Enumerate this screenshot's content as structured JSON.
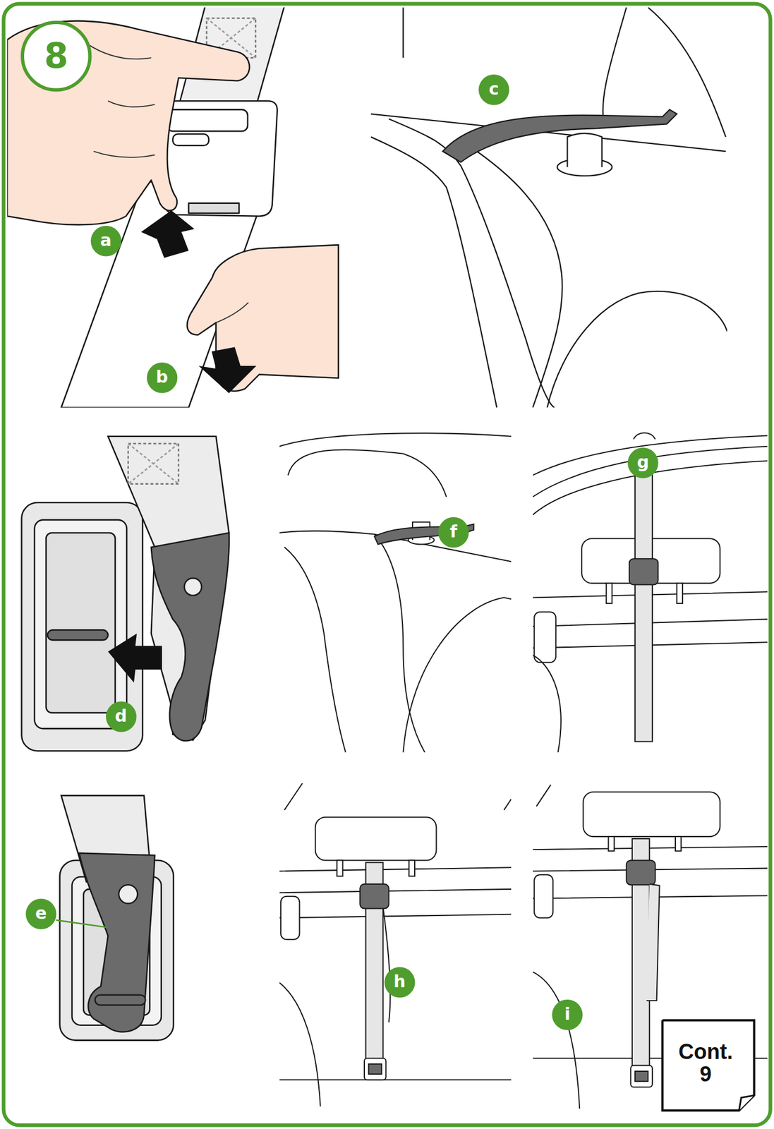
{
  "diagram": {
    "nodes": [
      {
        "text": [
          "8"
        ]
      },
      {
        "text": [
          "a"
        ]
      },
      {
        "text": [
          "b"
        ]
      },
      {
        "text": [
          "c"
        ]
      },
      {
        "text": [
          "d"
        ]
      },
      {
        "text": [
          "e"
        ]
      },
      {
        "text": [
          "f"
        ]
      },
      {
        "text": [
          "g"
        ]
      },
      {
        "text": [
          "h"
        ]
      },
      {
        "text": [
          "i"
        ]
      },
      {
        "text": [
          "Cont. 9"
        ]
      }
    ]
  }
}
